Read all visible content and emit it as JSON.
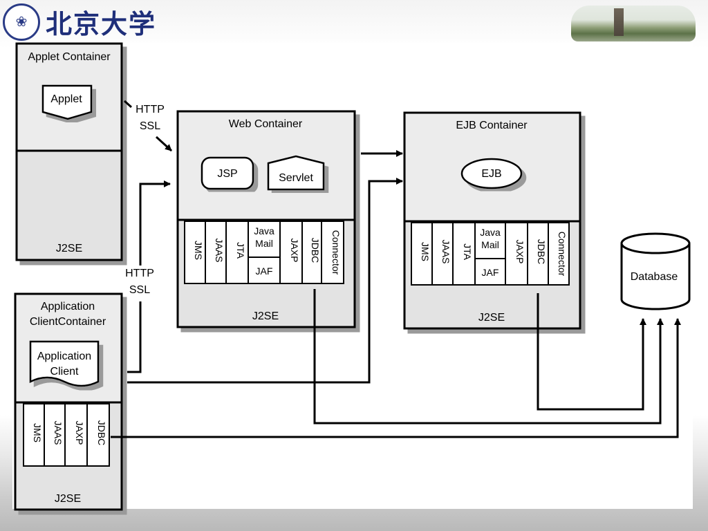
{
  "header": {
    "university_name": "北京大学",
    "seal_icon": "peking-university-seal-icon",
    "photo_icon": "campus-pagoda-photo-icon"
  },
  "diagram": {
    "applet_container": {
      "title": "Applet Container",
      "component": "Applet",
      "platform": "J2SE"
    },
    "http_ssl_top": {
      "line1": "HTTP",
      "line2": "SSL"
    },
    "http_ssl_bottom": {
      "line1": "HTTP",
      "line2": "SSL"
    },
    "web_container": {
      "title": "Web Container",
      "components": [
        "JSP",
        "Servlet"
      ],
      "apis": [
        "JMS",
        "JAAS",
        "JTA",
        "Java Mail",
        "JAF",
        "JAXP",
        "JDBC",
        "Connector"
      ],
      "platform": "J2SE"
    },
    "ejb_container": {
      "title": "EJB Container",
      "components": [
        "EJB"
      ],
      "apis": [
        "JMS",
        "JAAS",
        "JTA",
        "Java Mail",
        "JAF",
        "JAXP",
        "JDBC",
        "Connector"
      ],
      "platform": "J2SE"
    },
    "application_client_container": {
      "title_line1": "Application",
      "title_line2": "ClientContainer",
      "component_line1": "Application",
      "component_line2": "Client",
      "apis": [
        "JMS",
        "JAAS",
        "JAXP",
        "JDBC"
      ],
      "platform": "J2SE"
    },
    "database": {
      "label": "Database"
    }
  },
  "colors": {
    "container_fill": "#e6e6e6",
    "stroke": "#000000",
    "text": "#000000",
    "logo_blue": "#1f2f7a"
  }
}
